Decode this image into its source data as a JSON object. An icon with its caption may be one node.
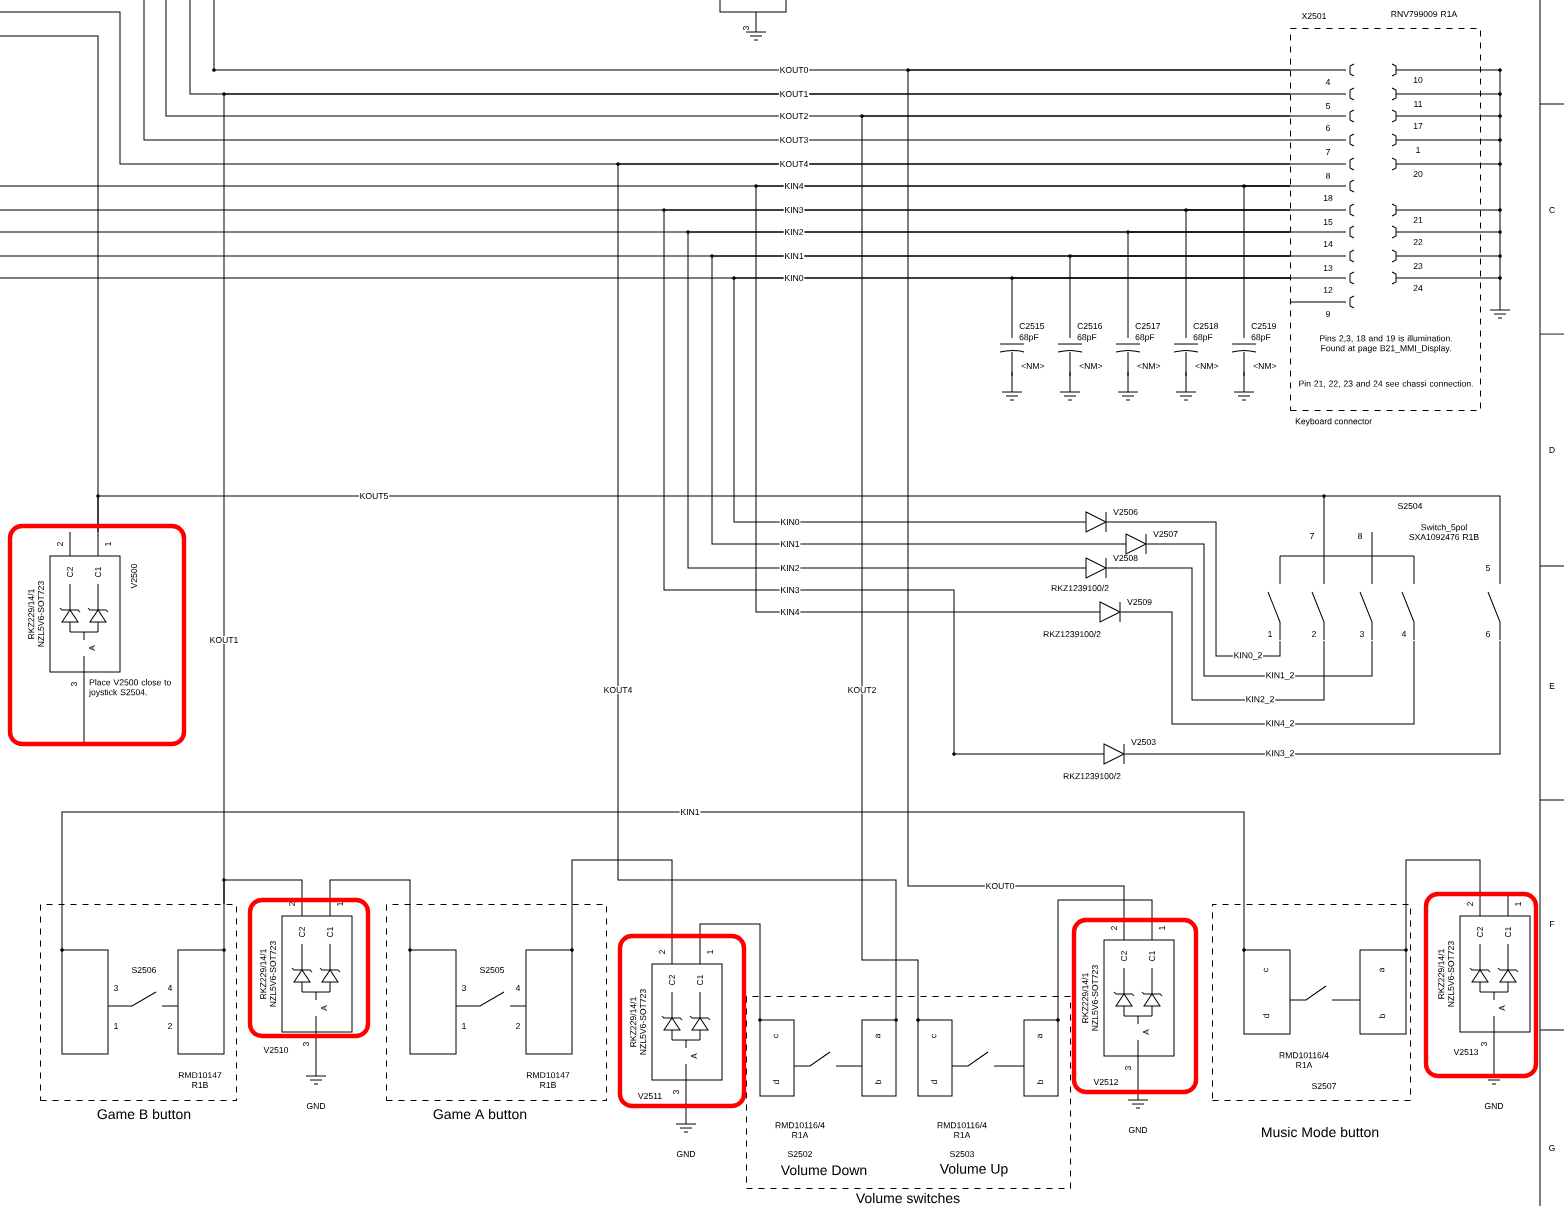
{
  "diagram": {
    "nodes": [
      {
        "text": [
          "X2501",
          "RNV799009 R1A",
          "Pins 2,3, 18 and 19 is illumination. Found at page B21_MMI_Display.",
          "Pin 21, 22, 23 and 24 see chassi connection.",
          "Keyboard connector"
        ]
      },
      {
        "text": [
          "C2515",
          "68pF",
          "<NM>"
        ]
      },
      {
        "text": [
          "C2516",
          "68pF",
          "<NM>"
        ]
      },
      {
        "text": [
          "C2517",
          "68pF",
          "<NM>"
        ]
      },
      {
        "text": [
          "C2518",
          "68pF",
          "<NM>"
        ]
      },
      {
        "text": [
          "C2519",
          "68pF",
          "<NM>"
        ]
      },
      {
        "text": [
          "RKZ229/14/1 NZL5V6-SOT723",
          "V2500"
        ],
        "beside": [
          "Place V2500 close to joystick S2504."
        ]
      },
      {
        "text": [
          "V2506"
        ]
      },
      {
        "text": [
          "V2507"
        ]
      },
      {
        "text": [
          "V2508",
          "RKZ1239100/2"
        ]
      },
      {
        "text": [
          "V2509",
          "RKZ1239100/2"
        ]
      },
      {
        "text": [
          "V2503",
          "RKZ1239100/2"
        ]
      },
      {
        "text": [
          "S2504",
          "Switch_5pol SXA1092476 R1B"
        ]
      },
      {
        "text": [
          "S2506",
          "RMD10147 R1B",
          "Game B button"
        ]
      },
      {
        "text": [
          "RKZ229/14/1 NZL5V6-SOT723",
          "V2510"
        ]
      },
      {
        "text": [
          "S2505",
          "RMD10147 R1B",
          "Game A button"
        ]
      },
      {
        "text": [
          "RKZ229/14/1 NZL5V6-SOT723",
          "V2511"
        ]
      },
      {
        "text": [
          "Volume switches"
        ]
      },
      {
        "text": [
          "RMD10116/4 R1A",
          "S2502",
          "Volume Down"
        ],
        "in": 17
      },
      {
        "text": [
          "RMD10116/4 R1A",
          "S2503",
          "Volume Up"
        ],
        "in": 17
      },
      {
        "text": [
          "RKZ229/14/1 NZL5V6-SOT723",
          "V2512"
        ]
      },
      {
        "text": [
          "RMD10116/4 R1A",
          "S2507",
          "Music Mode button"
        ]
      },
      {
        "text": [
          "RKZ229/14/1 NZL5V6-SOT723",
          "V2513"
        ]
      }
    ],
    "edges": [
      {
        "from": null,
        "to": 0,
        "arrow": "none",
        "label": "KOUT0"
      },
      {
        "from": null,
        "to": 0,
        "arrow": "none",
        "label": "KOUT1"
      },
      {
        "from": null,
        "to": 0,
        "arrow": "none",
        "label": "KOUT2"
      },
      {
        "from": null,
        "to": 0,
        "arrow": "none",
        "label": "KOUT3"
      },
      {
        "from": null,
        "to": 0,
        "arrow": "none",
        "label": "KOUT4"
      },
      {
        "from": null,
        "to": 0,
        "arrow": "none",
        "label": "KIN4"
      },
      {
        "from": null,
        "to": 0,
        "arrow": "none",
        "label": "KIN3"
      },
      {
        "from": null,
        "to": 0,
        "arrow": "none",
        "label": "KIN2"
      },
      {
        "from": null,
        "to": 0,
        "arrow": "none",
        "label": "KIN1"
      },
      {
        "from": null,
        "to": 0,
        "arrow": "none",
        "label": "KIN0"
      },
      {
        "from": 1,
        "to": 0,
        "arrow": "none"
      },
      {
        "from": 2,
        "to": 0,
        "arrow": "none"
      },
      {
        "from": 3,
        "to": 0,
        "arrow": "none"
      },
      {
        "from": 4,
        "to": 0,
        "arrow": "none"
      },
      {
        "from": 5,
        "to": 0,
        "arrow": "none"
      },
      {
        "from": null,
        "to": 6,
        "arrow": "none"
      },
      {
        "from": 6,
        "to": 12,
        "arrow": "none",
        "label": "KOUT5"
      },
      {
        "from": 0,
        "to": 7,
        "arrow": "none",
        "label": "KIN0"
      },
      {
        "from": 0,
        "to": 8,
        "arrow": "none",
        "label": "KIN1"
      },
      {
        "from": 0,
        "to": 9,
        "arrow": "none",
        "label": "KIN2"
      },
      {
        "from": 0,
        "to": 11,
        "arrow": "none",
        "label": "KIN3"
      },
      {
        "from": 0,
        "to": 10,
        "arrow": "none",
        "label": "KIN4"
      },
      {
        "from": 7,
        "to": 12,
        "arrow": "none",
        "label": "KIN0_2"
      },
      {
        "from": 8,
        "to": 12,
        "arrow": "none",
        "label": "KIN1_2"
      },
      {
        "from": 9,
        "to": 12,
        "arrow": "none",
        "label": "KIN2_2"
      },
      {
        "from": 10,
        "to": 12,
        "arrow": "none",
        "label": "KIN4_2"
      },
      {
        "from": 11,
        "to": 12,
        "arrow": "none",
        "label": "KIN3_2"
      },
      {
        "from": 0,
        "to": 13,
        "arrow": "none",
        "label": "KOUT1"
      },
      {
        "from": 0,
        "to": 18,
        "arrow": "none",
        "label": "KOUT4"
      },
      {
        "from": 0,
        "to": 19,
        "arrow": "none",
        "label": "KOUT2"
      },
      {
        "from": 0,
        "to": 20,
        "arrow": "none",
        "label": "KOUT0"
      },
      {
        "from": 13,
        "to": 21,
        "arrow": "none",
        "label": "KIN1"
      },
      {
        "from": 14,
        "to": 13,
        "arrow": "none"
      },
      {
        "from": 14,
        "to": 15,
        "arrow": "none"
      },
      {
        "from": 16,
        "to": 15,
        "arrow": "none"
      },
      {
        "from": 16,
        "to": 18,
        "arrow": "none"
      },
      {
        "from": 20,
        "to": 19,
        "arrow": "none"
      },
      {
        "from": 22,
        "to": 21,
        "arrow": "none"
      }
    ],
    "labels": [
      "3",
      "4",
      "5",
      "6",
      "7",
      "8",
      "18",
      "15",
      "14",
      "13",
      "12",
      "9",
      "10",
      "11",
      "17",
      "1",
      "20",
      "21",
      "22",
      "23",
      "24",
      "7",
      "8",
      "5",
      "1",
      "2",
      "3",
      "4",
      "6",
      "C2",
      "C1",
      "A",
      "2",
      "1",
      "3",
      "3",
      "1",
      "4",
      "2",
      "C2",
      "C1",
      "A",
      "2",
      "1",
      "3",
      "GND",
      "3",
      "1",
      "4",
      "2",
      "C2",
      "C1",
      "A",
      "2",
      "1",
      "3",
      "GND",
      "c",
      "d",
      "a",
      "b",
      "c",
      "d",
      "a",
      "b",
      "C2",
      "C1",
      "A",
      "2",
      "1",
      "3",
      "GND",
      "c",
      "d",
      "a",
      "b",
      "C2",
      "C1",
      "A",
      "2",
      "1",
      "3",
      "GND",
      "C",
      "D",
      "E",
      "F",
      "G"
    ]
  }
}
